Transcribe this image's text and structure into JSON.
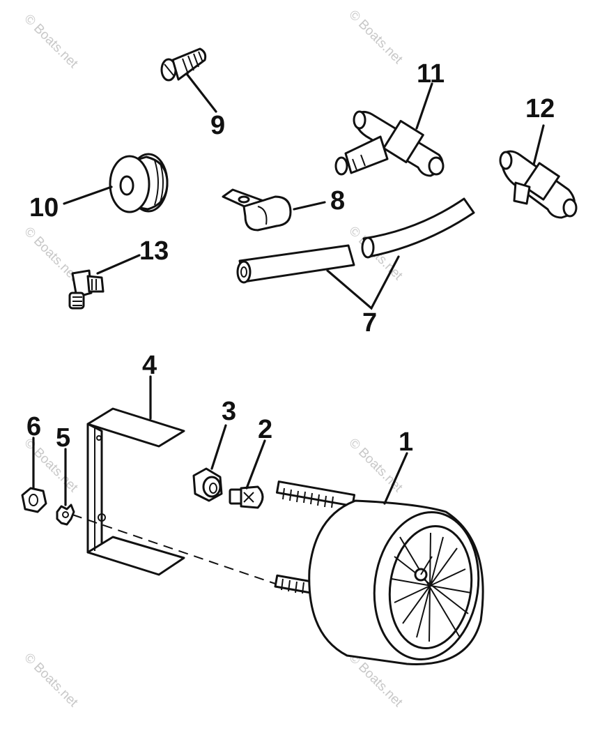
{
  "diagram": {
    "callouts": [
      "1",
      "2",
      "3",
      "4",
      "5",
      "6",
      "7",
      "8",
      "9",
      "10",
      "11",
      "12",
      "13"
    ]
  },
  "watermark": {
    "text": "© Boats.net"
  }
}
